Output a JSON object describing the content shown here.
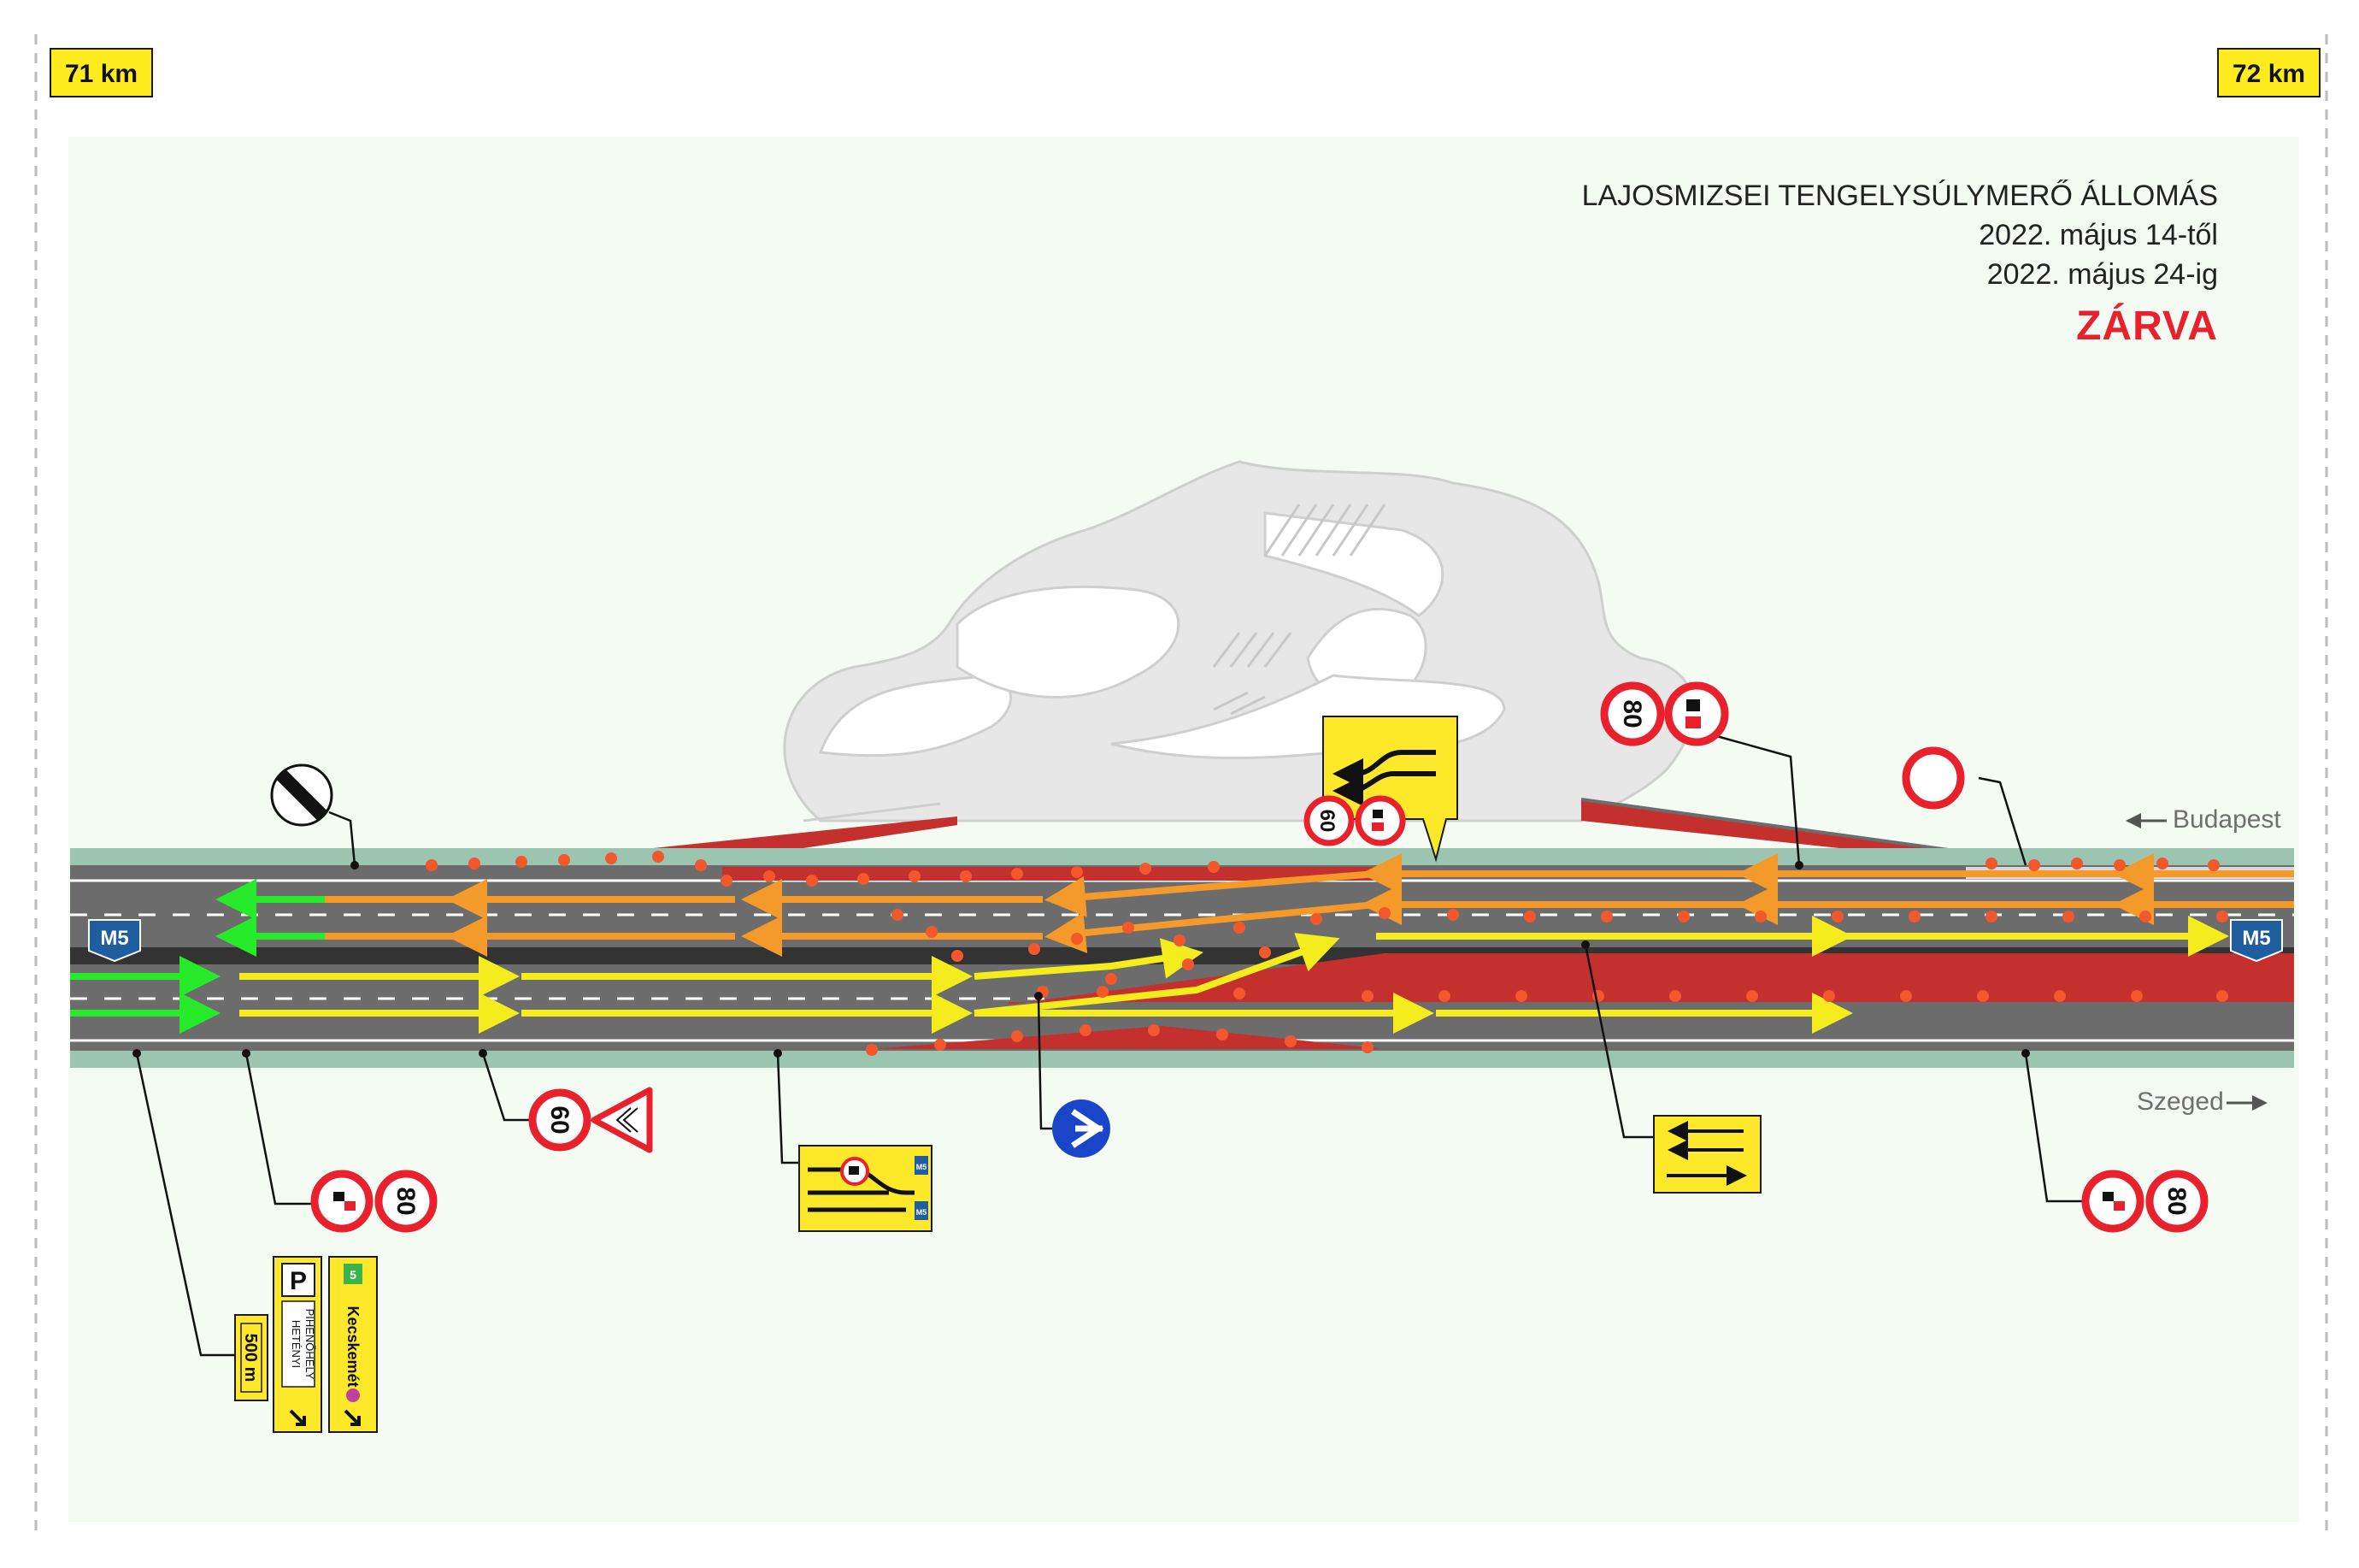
{
  "markers": {
    "km_left": "71 km",
    "km_right": "72 km"
  },
  "notice": {
    "line1": "LAJOSMIZSEI TENGELYSÚLYMERŐ ÁLLOMÁS",
    "line2": "2022. május 14-től",
    "line3": "2022. május 24-ig",
    "status": "ZÁRVA"
  },
  "directions": {
    "north": "Budapest",
    "south": "Szeged"
  },
  "route_shield": "M5",
  "signs": {
    "speed_limits": [
      "80",
      "60"
    ],
    "distance_plate": "500 m",
    "parking_symbol": "P",
    "parking_name_line1": "HETÉNYI",
    "parking_name_line2": "PIHENŐHELY",
    "destination": "Kecskemét",
    "destination_route": "5"
  },
  "colors": {
    "road": "#6c6c6c",
    "verge": "#9bc5b0",
    "cone": "#f2582c",
    "closed": "#c4302e",
    "lane_north": "#f39a2a",
    "lane_south": "#f4ec1c",
    "lane_open": "#27ea2b",
    "sign_yellow": "#fde92a",
    "accent_red": "#e8212d"
  },
  "icons": [
    "end-of-restrictions-icon",
    "no-entry-circle-icon",
    "no-overtaking-trucks-icon",
    "lane-merge-icon",
    "keep-right-icon",
    "road-narrows-icon",
    "lane-direction-icon"
  ]
}
